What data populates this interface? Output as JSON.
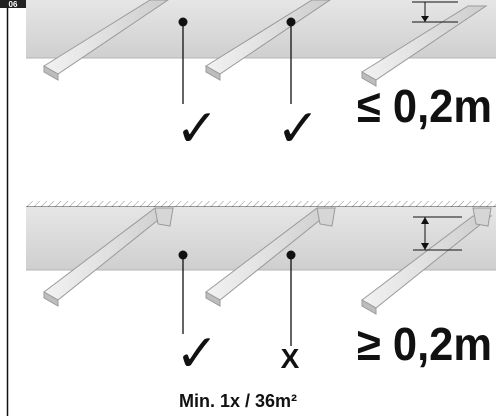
{
  "figure": {
    "badge_text": "06",
    "top_panel": {
      "label": "≤ 0,2m",
      "marks": [
        "✓",
        "✓"
      ]
    },
    "bottom_panel": {
      "label": "≥ 0,2m",
      "marks": [
        "✓",
        "X"
      ],
      "note": "Min. 1x / 36m²"
    }
  }
}
